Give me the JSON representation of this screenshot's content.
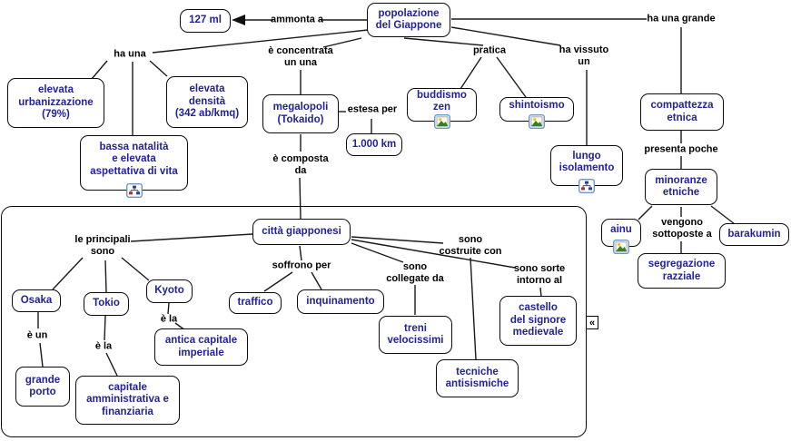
{
  "map": {
    "title": "popolazione del Giappone - mappa concettuale",
    "nodes": {
      "ml127": "127 ml",
      "popolazione": "popolazione\ndel Giappone",
      "elevata_urbanizzazione": "elevata\nurbanizzazione\n(79%)",
      "elevata_densita": "elevata\ndensità\n(342 ab/kmq)",
      "bassa_natalita": "bassa natalità\ne elevata\naspettativa di vita",
      "megalopoli": "megalopoli\n(Tokaido)",
      "km1000": "1.000 km",
      "buddismo_zen": "buddismo\nzen",
      "shintoismo": "shintoismo",
      "lungo_isolamento": "lungo\nisolamento",
      "compattezza_etnica": "compattezza\netnica",
      "minoranze_etniche": "minoranze\netniche",
      "ainu": "ainu",
      "barakumin": "barakumin",
      "segregazione_razziale": "segregazione\nrazziale",
      "citta_giapponesi": "città giapponesi",
      "osaka": "Osaka",
      "tokio": "Tokio",
      "kyoto": "Kyoto",
      "traffico": "traffico",
      "inquinamento": "inquinamento",
      "treni_velocissimi": "treni\nvelocissimi",
      "tecniche_antisismiche": "tecniche\nantisismiche",
      "castello": "castello\ndel signore\nmedievale",
      "grande_porto": "grande\nporto",
      "capitale_amministrativa": "capitale\namministrativa e\nfinanziaria",
      "antica_capitale": "antica capitale\nimperiale"
    },
    "links": {
      "ammonta_a": "ammonta a",
      "ha_una": "ha una",
      "e_concentrata": "è concentrata\nun una",
      "pratica": "pratica",
      "ha_vissuto_un": "ha vissuto\nun",
      "ha_una_grande": "ha una grande",
      "estesa_per": "estesa per",
      "e_composta_da": "è composta\nda",
      "presenta_poche": "presenta poche",
      "vengono_sottoposte": "vengono\nsottoposte a",
      "le_principali_sono": "le principali\nsono",
      "soffrono_per": "soffrono per",
      "sono_collegate_da": "sono\ncollegate da",
      "sono_costruite_con": "sono\ncostruite con",
      "sono_sorte": "sono sorte\nintorno al",
      "e_un": "è un",
      "e_la_tokio": "è la",
      "e_la_kyoto": "è la"
    }
  },
  "icons": {
    "collapse_glyph": "«",
    "resource_image_icon": "image-resource",
    "resource_cmap_icon": "concept-map-resource"
  },
  "colors": {
    "node_text": "#22229a",
    "link_text": "#000000",
    "line": "#1a1a1a",
    "resource_icon_border": "#6b96c8"
  }
}
